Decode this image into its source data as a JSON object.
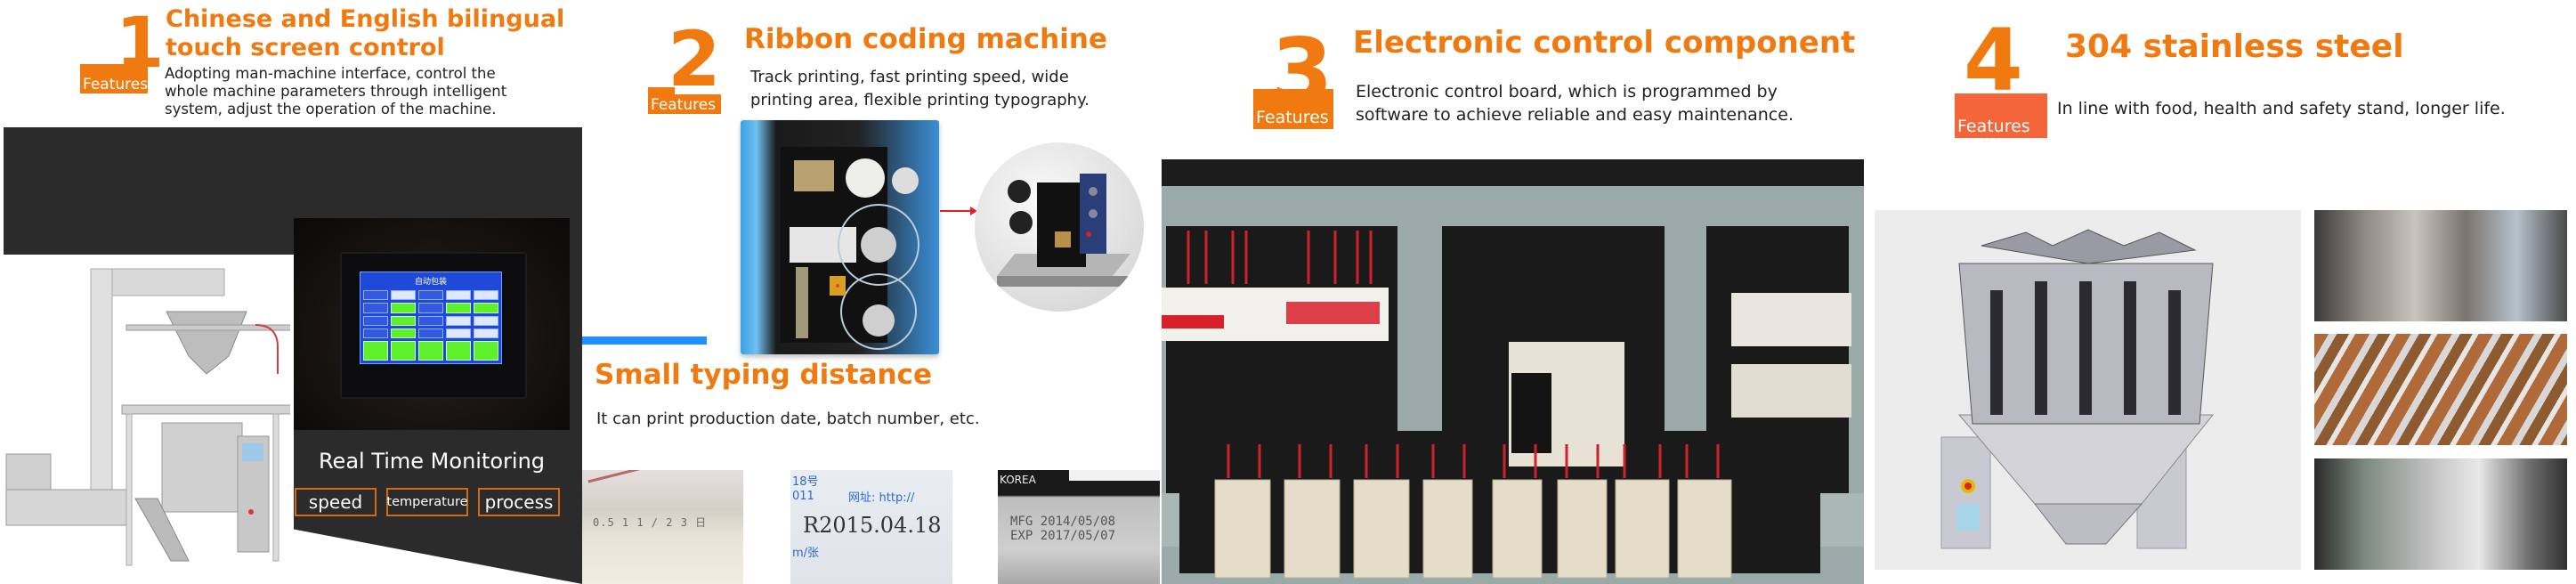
{
  "colors": {
    "accent_orange": "#f07a10",
    "dark_panel": "#2b2b2b",
    "accent_blue": "#1e90ff",
    "chip_border": "#d26a14"
  },
  "features": [
    {
      "number": "1",
      "badge_label": "Features",
      "title_line1": "Chinese and English bilingual",
      "title_line2": "touch screen control",
      "description": "Adopting man-machine interface, control the whole machine parameters through intelligent system, adjust the operation of the machine.",
      "monitoring": {
        "title": "Real Time Monitoring",
        "chips": [
          "speed",
          "temperature",
          "process"
        ]
      },
      "touch_screen_header": "自动包装"
    },
    {
      "number": "2",
      "badge_label": "Features",
      "title": "Ribbon coding machine",
      "description_line1": "Track printing, fast printing speed, wide",
      "description_line2": "printing area, flexible printing typography.",
      "sub_title": "Small typing distance",
      "sub_description": "It can print production date, batch number, etc.",
      "samples": [
        {
          "line1": "",
          "line2": "0.5 1 1 / 2 3 日"
        },
        {
          "top_left": "18号",
          "top_right": "网址: http://",
          "line1": "011",
          "code": "R2015.04.18",
          "bottom": "m/张"
        },
        {
          "header": "KOREA",
          "mfg": "MFG 2014/05/08",
          "exp": "EXP 2017/05/07"
        }
      ]
    },
    {
      "number": "3",
      "badge_label": "Features",
      "title": "Electronic control component",
      "description_line1": "Electronic control board, which is programmed by",
      "description_line2": "software to achieve reliable and easy maintenance."
    },
    {
      "number": "4",
      "badge_label": "Features",
      "title": "304 stainless steel",
      "description": "In line with food, health and safety stand, longer life."
    }
  ]
}
